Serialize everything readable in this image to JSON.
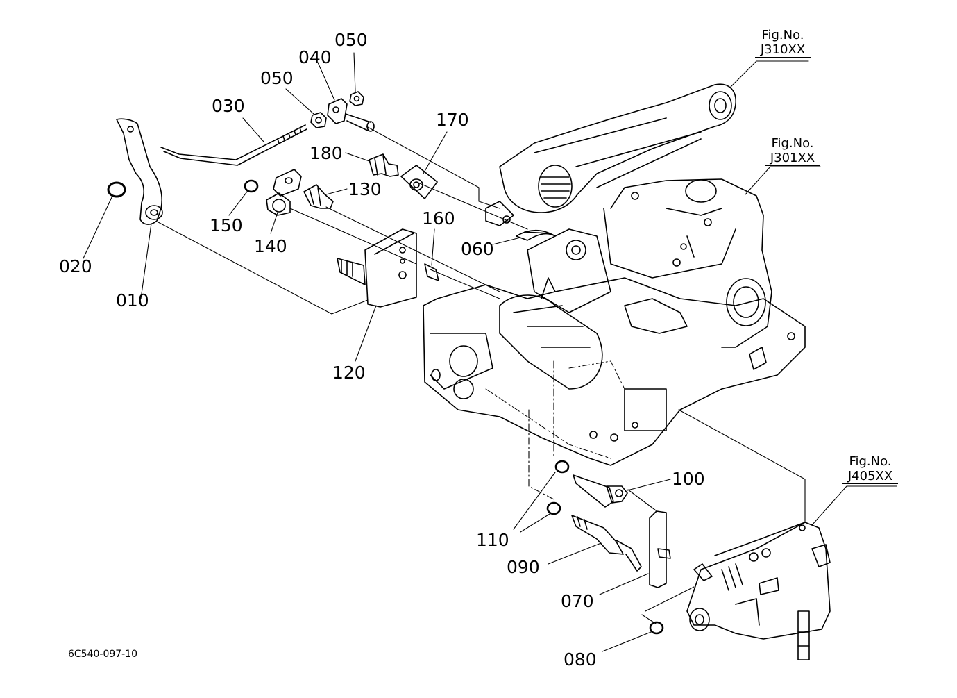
{
  "part_labels": [
    "010",
    "020",
    "030",
    "050",
    "040",
    "050",
    "170",
    "180",
    "130",
    "150",
    "140",
    "160",
    "060",
    "120",
    "100",
    "110",
    "090",
    "070",
    "080"
  ],
  "figure_refs": [
    {
      "prefix": "Fig.No.",
      "code": "J310XX"
    },
    {
      "prefix": "Fig.No.",
      "code": "J301XX"
    },
    {
      "prefix": "Fig.No.",
      "code": "J405XX"
    }
  ],
  "drawing_number": "6C540-097-10"
}
